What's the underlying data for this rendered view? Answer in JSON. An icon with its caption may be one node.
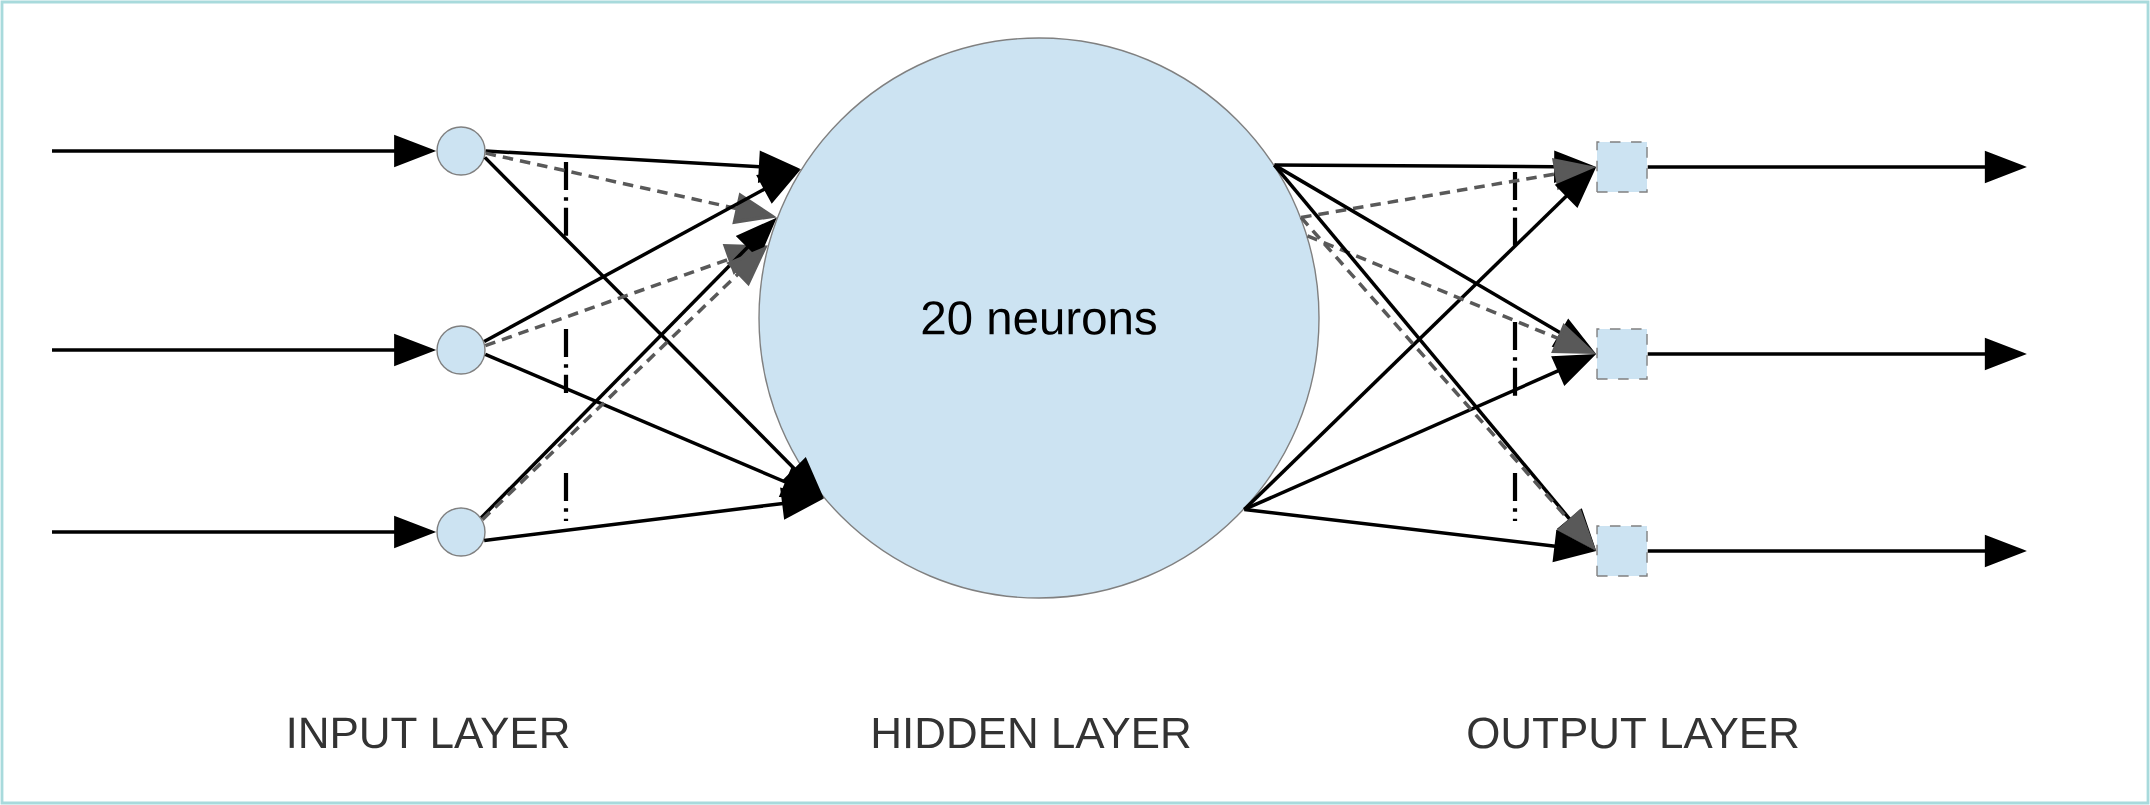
{
  "diagram": {
    "nodes": [
      {
        "text": [],
        "shape": "circle"
      },
      {
        "text": [],
        "shape": "circle"
      },
      {
        "text": [],
        "shape": "circle"
      },
      {
        "text": [
          "20 neurons"
        ]
      },
      {
        "text": [],
        "shape": "box"
      },
      {
        "text": [],
        "shape": "box"
      },
      {
        "text": [],
        "shape": "box"
      }
    ],
    "edges": [
      {
        "from": null,
        "to": 0,
        "arrow": "to"
      },
      {
        "from": null,
        "to": 1,
        "arrow": "to"
      },
      {
        "from": null,
        "to": 2,
        "arrow": "to"
      },
      {
        "from": 0,
        "to": 3,
        "arrow": "to"
      },
      {
        "from": 0,
        "to": 3,
        "arrow": "to",
        "style": "dashed"
      },
      {
        "from": 0,
        "to": 3,
        "arrow": "to"
      },
      {
        "from": 1,
        "to": 3,
        "arrow": "to"
      },
      {
        "from": 1,
        "to": 3,
        "arrow": "to",
        "style": "dashed"
      },
      {
        "from": 1,
        "to": 3,
        "arrow": "to"
      },
      {
        "from": 2,
        "to": 3,
        "arrow": "to"
      },
      {
        "from": 2,
        "to": 3,
        "arrow": "to",
        "style": "dashed"
      },
      {
        "from": 2,
        "to": 3,
        "arrow": "to"
      },
      {
        "from": 3,
        "to": 4,
        "arrow": "to"
      },
      {
        "from": 3,
        "to": 4,
        "arrow": "to",
        "style": "dashed"
      },
      {
        "from": 3,
        "to": 4,
        "arrow": "to"
      },
      {
        "from": 3,
        "to": 5,
        "arrow": "to"
      },
      {
        "from": 3,
        "to": 5,
        "arrow": "to",
        "style": "dashed"
      },
      {
        "from": 3,
        "to": 5,
        "arrow": "to"
      },
      {
        "from": 3,
        "to": 6,
        "arrow": "to"
      },
      {
        "from": 3,
        "to": 6,
        "arrow": "to",
        "style": "dashed"
      },
      {
        "from": 3,
        "to": 6,
        "arrow": "to"
      },
      {
        "from": 4,
        "to": null,
        "arrow": "to"
      },
      {
        "from": 5,
        "to": null,
        "arrow": "to"
      },
      {
        "from": 6,
        "to": null,
        "arrow": "to"
      }
    ],
    "labels": [
      "INPUT LAYER",
      "HIDDEN LAYER",
      "OUTPUT LAYER"
    ]
  }
}
